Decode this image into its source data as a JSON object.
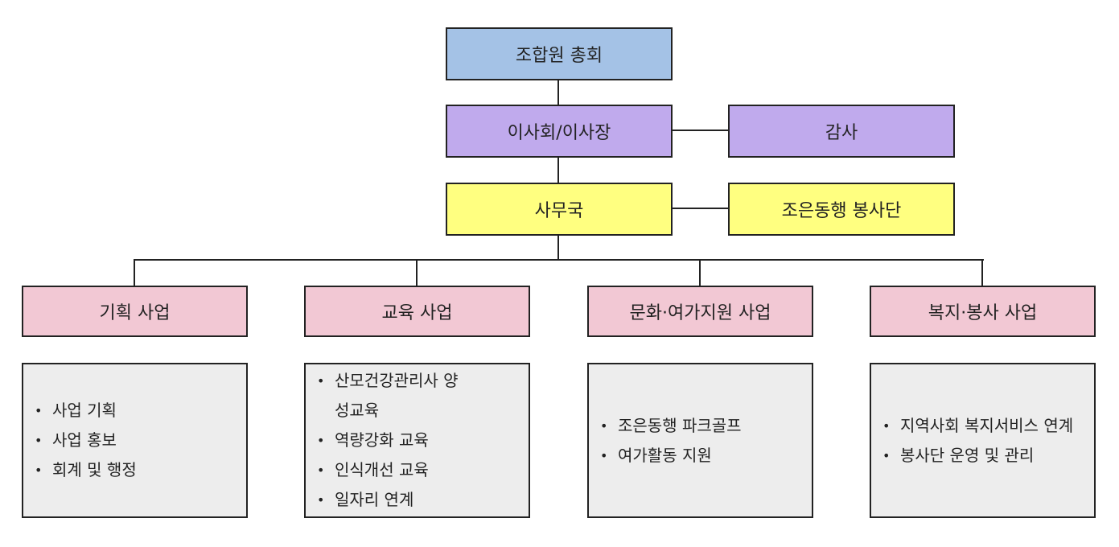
{
  "top": {
    "general_assembly": "조합원 총회"
  },
  "board": {
    "label": "이사회/이사장",
    "audit": "감사"
  },
  "secretariat": {
    "label": "사무국",
    "volunteer": "조은동행 봉사단"
  },
  "departments": [
    {
      "title": "기획 사업",
      "items": [
        "사업 기획",
        "사업 홍보",
        "회계 및 행정"
      ]
    },
    {
      "title": "교육 사업",
      "items": [
        "산모건강관리사 양성교육",
        "역량강화 교육",
        "인식개선 교육",
        "일자리 연계"
      ]
    },
    {
      "title": "문화·여가지원 사업",
      "items": [
        "조은동행 파크골프",
        "여가활동 지원"
      ]
    },
    {
      "title": "복지·봉사 사업",
      "items": [
        "지역사회 복지서비스 연계",
        "봉사단 운영 및 관리"
      ]
    }
  ],
  "colors": {
    "assembly": "#a4c2e6",
    "board": "#c0aaed",
    "secretariat": "#ffff80",
    "department": "#f2c8d4",
    "detail": "#ededed"
  }
}
